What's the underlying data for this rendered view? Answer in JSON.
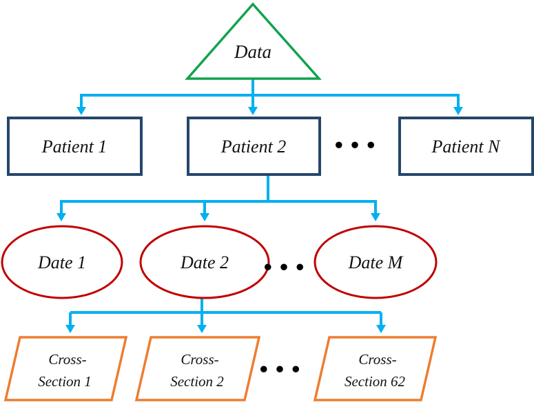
{
  "diagram": {
    "connector_color": "#00B0F0",
    "root": {
      "label": "Data",
      "shape": "triangle",
      "border_color": "#12A24E"
    },
    "patients": {
      "shape": "rectangle",
      "border_color": "#25466B",
      "nodes": [
        "Patient 1",
        "Patient 2",
        "Patient N"
      ],
      "ellipsis": "•••"
    },
    "dates": {
      "shape": "ellipse",
      "border_color": "#C00000",
      "nodes": [
        "Date 1",
        "Date 2",
        "Date M"
      ],
      "ellipsis": "•••"
    },
    "cross_sections": {
      "shape": "parallelogram",
      "border_color": "#ED7D31",
      "nodes": [
        {
          "line1": "Cross-",
          "line2": "Section 1"
        },
        {
          "line1": "Cross-",
          "line2": "Section 2"
        },
        {
          "line1": "Cross-",
          "line2": "Section 62"
        }
      ],
      "ellipsis": "•••"
    }
  }
}
